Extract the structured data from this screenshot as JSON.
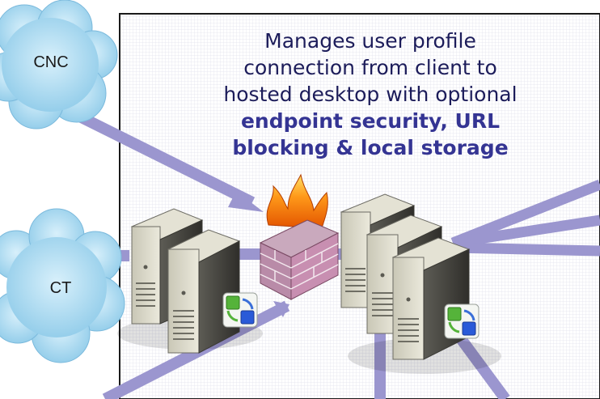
{
  "caption": {
    "line1": "Manages user profile",
    "line2": "connection from client to",
    "line3": "hosted desktop with optional",
    "line4": "endpoint security, URL",
    "line5": "blocking & local storage"
  },
  "nodes": {
    "cloud_top": "CNC",
    "cloud_bottom": "CT"
  },
  "colors": {
    "panel_border": "#1a1a1a",
    "panel_grid": "#e6e6f0",
    "connector": "#9b96cf",
    "cloud": "#aedcf2",
    "caption_text": "#1c1c5a",
    "caption_emphasis": "#343493"
  },
  "icons": [
    "cloud-icon",
    "server-icon",
    "firewall-icon",
    "citrix-app-icon"
  ]
}
